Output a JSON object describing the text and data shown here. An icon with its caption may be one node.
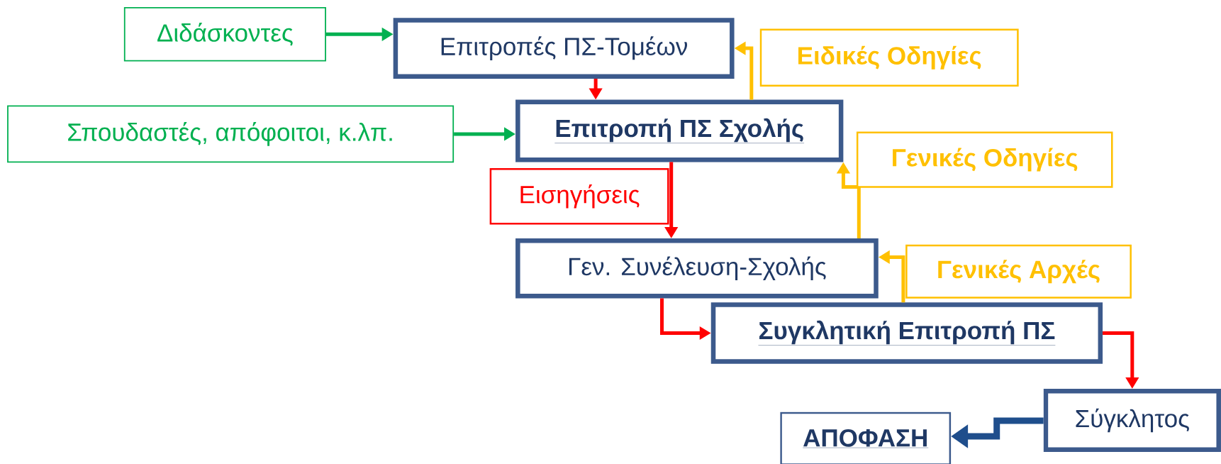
{
  "diagram": {
    "nodes": [
      {
        "text": [
          "Διδάσκοντες"
        ]
      },
      {
        "text": [
          "Επιτροπές ΠΣ-Τομέων"
        ]
      },
      {
        "text": [
          "Σπουδαστές, απόφοιτοι, κ.λπ."
        ]
      },
      {
        "text": [
          "Επιτροπή ΠΣ Σχολής"
        ]
      },
      {
        "text": [
          "Γεν. Συνέλευση-Σχολής"
        ]
      },
      {
        "text": [
          "Συγκλητική Επιτροπή ΠΣ"
        ]
      },
      {
        "text": [
          "Σύγκλητος"
        ]
      },
      {
        "text": [
          "ΑΠΟΦΑΣΗ"
        ]
      }
    ],
    "edges": [
      {
        "from": 0,
        "to": 1,
        "arrow": "to",
        "color": "#00b050"
      },
      {
        "from": 2,
        "to": 3,
        "arrow": "to",
        "color": "#00b050"
      },
      {
        "from": 1,
        "to": 3,
        "arrow": "to"
      },
      {
        "from": 3,
        "to": 4,
        "arrow": "to",
        "label": "Εισηγήσεις"
      },
      {
        "from": 4,
        "to": 5,
        "arrow": "to"
      },
      {
        "from": 5,
        "to": 6,
        "arrow": "to"
      },
      {
        "from": 3,
        "to": 1,
        "arrow": "to",
        "color": "#ffc000",
        "label": "Ειδικές Οδηγίες"
      },
      {
        "from": 4,
        "to": 3,
        "arrow": "to",
        "color": "#ffc000",
        "label": "Γενικές Οδηγίες"
      },
      {
        "from": 5,
        "to": 4,
        "arrow": "to",
        "color": "#ffc000",
        "label": "Γενικές Αρχές"
      },
      {
        "from": 6,
        "to": 7,
        "arrow": "to",
        "color": "#1f4e8c",
        "style": "thick"
      }
    ]
  }
}
